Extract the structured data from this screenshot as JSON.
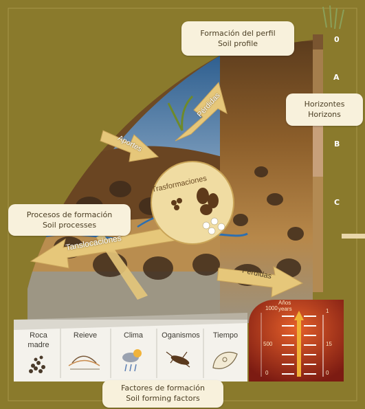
{
  "callouts": {
    "soil_profile": {
      "line1": "Formación del perfil",
      "line2": "Soil profile"
    },
    "horizons": {
      "line1": "Horizontes",
      "line2": "Horizons"
    },
    "soil_processes": {
      "line1": "Procesos de formación",
      "line2": "Soil processes"
    },
    "forming_factors": {
      "line1": "Factores de formación",
      "line2": "Soil forming factors"
    }
  },
  "horizon_letters": [
    "0",
    "A",
    "B",
    "C"
  ],
  "process_labels": {
    "perdidas_top": "Pérdidas",
    "aportes": "Aportes",
    "trasformaciones": "Trasformaciones",
    "translocaciones": "Tanslocaciones",
    "perdidas_bottom": "Pérdidas"
  },
  "factors": [
    {
      "label": "Roca madre",
      "icon": "rock-icon"
    },
    {
      "label": "Reieve",
      "icon": "relief-icon"
    },
    {
      "label": "Clima",
      "icon": "climate-icon"
    },
    {
      "label": "Oganismos",
      "icon": "organism-icon"
    },
    {
      "label": "Tiempo",
      "icon": "time-icon"
    }
  ],
  "time_scale": {
    "unit_line1": "Años",
    "unit_line2": "years",
    "left_top": "1000",
    "left_mid": "500",
    "left_bottom": "0",
    "right_top": "1",
    "right_mid": "15",
    "right_bottom": "0"
  },
  "colors": {
    "background": "#8a7a2c",
    "callout": "#f8f1dc",
    "arrow": "#e6c77a",
    "scale": "#c2321b"
  }
}
